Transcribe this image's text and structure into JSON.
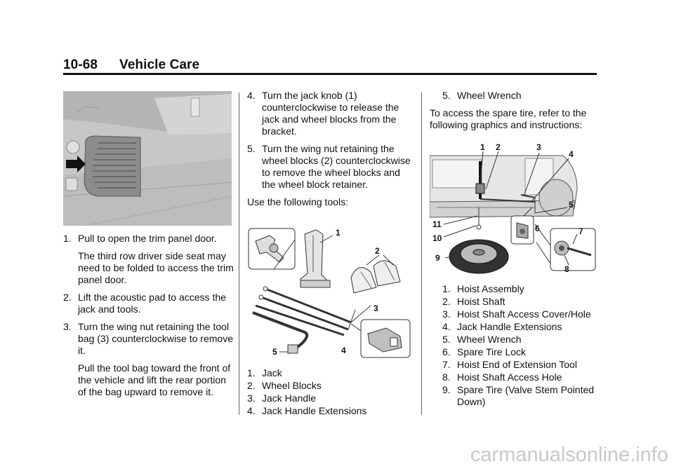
{
  "header": {
    "page_number": "10-68",
    "section_title": "Vehicle Care"
  },
  "column1": {
    "steps": [
      {
        "num": "1.",
        "text": "Pull to open the trim panel door.",
        "note": "The third row driver side seat may need to be folded to access the trim panel door."
      },
      {
        "num": "2.",
        "text": "Lift the acoustic pad to access the jack and tools."
      },
      {
        "num": "3.",
        "text": "Turn the wing nut retaining the tool bag (3) counterclockwise to remove it.",
        "note": "Pull the tool bag toward the front of the vehicle and lift the rear portion of the bag upward to remove it."
      }
    ]
  },
  "column2": {
    "steps": [
      {
        "num": "4.",
        "text": "Turn the jack knob (1) counterclockwise to release the jack and wheel blocks from the bracket."
      },
      {
        "num": "5.",
        "text": "Turn the wing nut retaining the wheel blocks (2) counterclockwise to remove the wheel blocks and the wheel block retainer."
      }
    ],
    "intro": "Use the following tools:",
    "figure_labels": [
      "1",
      "2",
      "3",
      "4",
      "5"
    ],
    "legend": [
      {
        "num": "1.",
        "text": "Jack"
      },
      {
        "num": "2.",
        "text": "Wheel Blocks"
      },
      {
        "num": "3.",
        "text": "Jack Handle"
      },
      {
        "num": "4.",
        "text": "Jack Handle Extensions"
      }
    ]
  },
  "column3": {
    "top_item": {
      "num": "5.",
      "text": "Wheel Wrench"
    },
    "intro": "To access the spare tire, refer to the following graphics and instructions:",
    "figure_labels": [
      "1",
      "2",
      "3",
      "4",
      "5",
      "6",
      "7",
      "8",
      "9",
      "10",
      "11"
    ],
    "legend": [
      {
        "num": "1.",
        "text": "Hoist Assembly"
      },
      {
        "num": "2.",
        "text": "Hoist Shaft"
      },
      {
        "num": "3.",
        "text": "Hoist Shaft Access Cover/Hole"
      },
      {
        "num": "4.",
        "text": "Jack Handle Extensions"
      },
      {
        "num": "5.",
        "text": "Wheel Wrench"
      },
      {
        "num": "6.",
        "text": "Spare Tire Lock"
      },
      {
        "num": "7.",
        "text": "Hoist End of Extension Tool"
      },
      {
        "num": "8.",
        "text": "Hoist Shaft Access Hole"
      },
      {
        "num": "9.",
        "text": "Spare Tire (Valve Stem Pointed Down)"
      }
    ]
  },
  "watermark": "carmanualsonline.info"
}
